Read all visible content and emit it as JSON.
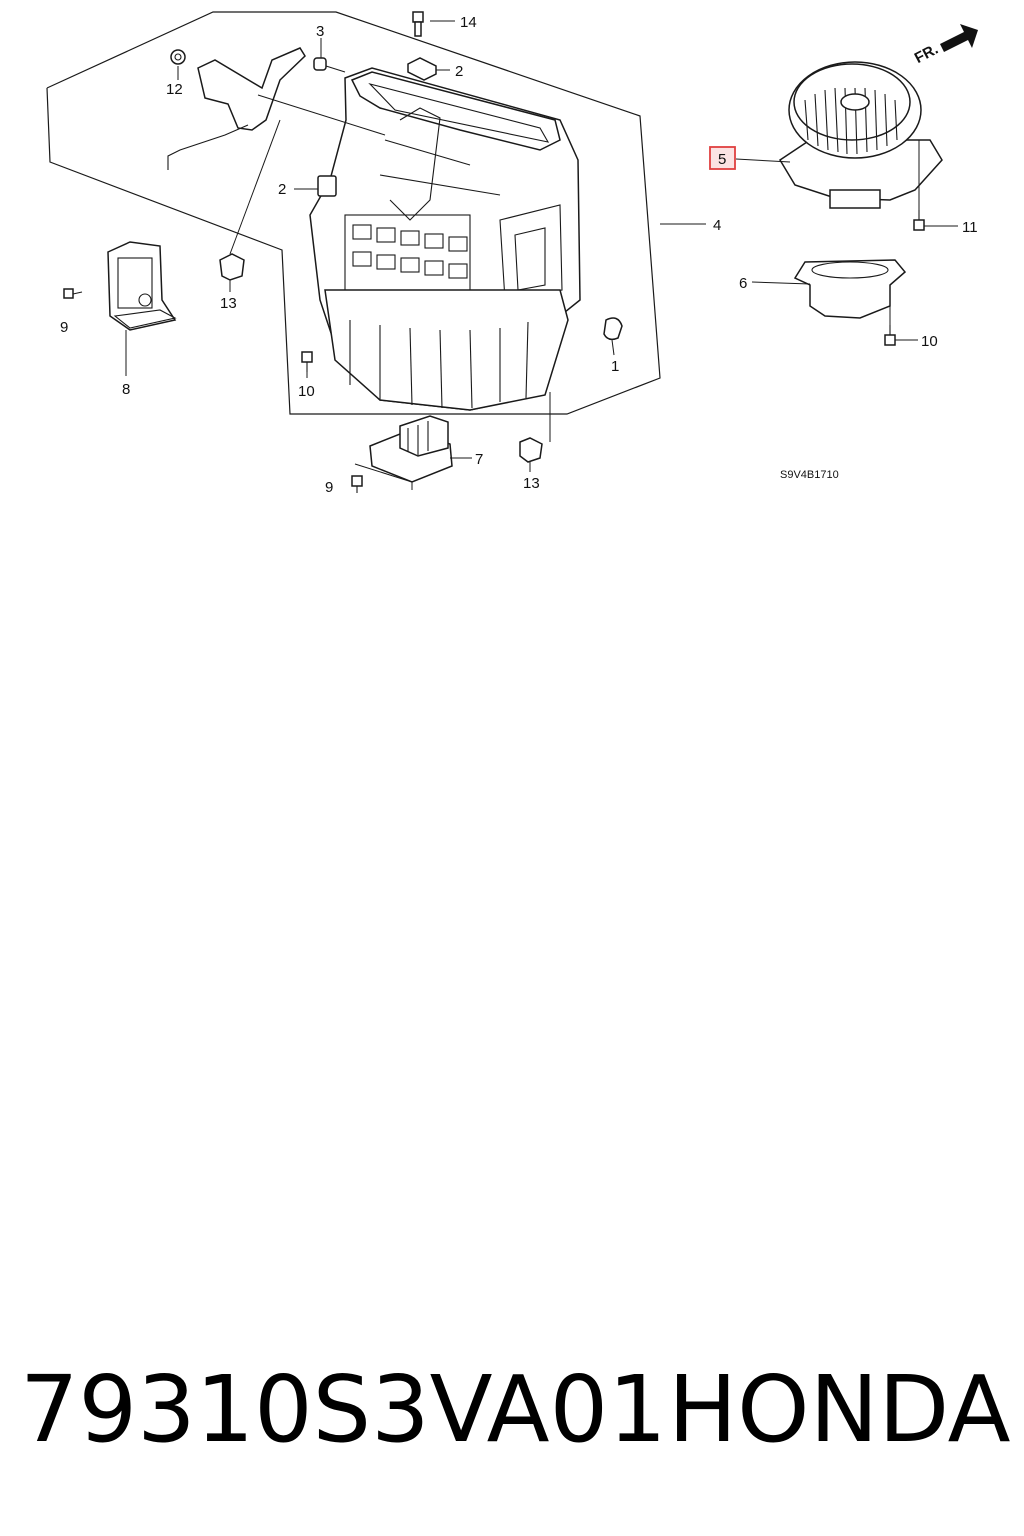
{
  "diagram": {
    "diagram_code": "S9V4B1710",
    "direction_label": "FR.",
    "highlighted_callout": "5",
    "callouts": {
      "c1": "1",
      "c2a": "2",
      "c2b": "2",
      "c3": "3",
      "c4": "4",
      "c5": "5",
      "c6": "6",
      "c7": "7",
      "c8": "8",
      "c9a": "9",
      "c9b": "9",
      "c10a": "10",
      "c10b": "10",
      "c11": "11",
      "c12": "12",
      "c13a": "13",
      "c13b": "13",
      "c14": "14"
    }
  },
  "footer": {
    "part_number": "79310S3VA01",
    "brand": "HONDA"
  },
  "colors": {
    "highlight_border": "#e04040",
    "highlight_fill": "#fbe3e3",
    "line": "#1a1a1a"
  }
}
